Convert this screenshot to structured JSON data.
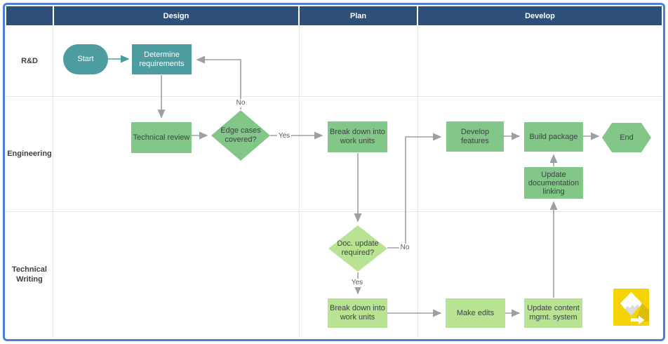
{
  "header": {
    "corner": "",
    "lanes": [
      {
        "label": "Design"
      },
      {
        "label": "Plan"
      },
      {
        "label": "Develop"
      }
    ]
  },
  "rows": [
    {
      "label": "R&D"
    },
    {
      "label": "Engineering"
    },
    {
      "label": "Technical Writing"
    }
  ],
  "nodes": {
    "start": {
      "label": "Start",
      "type": "terminator"
    },
    "determine": {
      "label": "Determine requirements",
      "type": "process"
    },
    "tech_review": {
      "label": "Technical review",
      "type": "process"
    },
    "edge_cases": {
      "label": "Edge cases covered?",
      "type": "decision"
    },
    "breakdown_eng": {
      "label": "Break down into work units",
      "type": "process"
    },
    "develop_features": {
      "label": "Develop features",
      "type": "process"
    },
    "build_package": {
      "label": "Build package",
      "type": "process"
    },
    "end": {
      "label": "End",
      "type": "terminator"
    },
    "update_doc": {
      "label": "Update documentation linking",
      "type": "process"
    },
    "doc_update": {
      "label": "Doc. update required?",
      "type": "decision"
    },
    "breakdown_tw": {
      "label": "Break down into work units",
      "type": "process"
    },
    "make_edits": {
      "label": "Make edits",
      "type": "process"
    },
    "update_cms": {
      "label": "Update content mgmt. system",
      "type": "process"
    }
  },
  "edge_labels": {
    "no_top": "No",
    "yes_top": "Yes",
    "no_mid": "No",
    "yes_mid": "Yes"
  },
  "colors": {
    "header_navy": "#2e4f77",
    "teal": "#4d9ca0",
    "green": "#82c787",
    "light_green": "#b7e392",
    "arrow_gray": "#9aa0a3",
    "border_blue": "#4a80d8",
    "logo_yellow": "#f5d309"
  },
  "logo": {
    "name": "yellow-page-watermark"
  }
}
